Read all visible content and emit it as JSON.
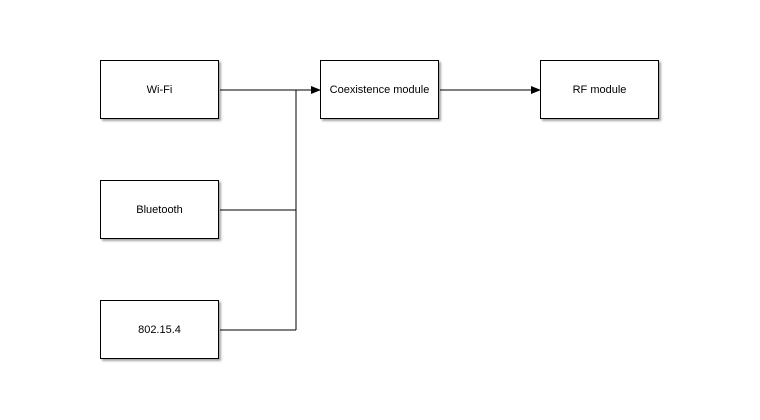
{
  "diagram": {
    "nodes": [
      {
        "id": "wifi",
        "label": "Wi-Fi"
      },
      {
        "id": "bluetooth",
        "label": "Bluetooth"
      },
      {
        "id": "ieee802154",
        "label": "802.15.4"
      },
      {
        "id": "coexistence",
        "label": "Coexistence module"
      },
      {
        "id": "rf",
        "label": "RF module"
      }
    ],
    "edges": [
      {
        "from": "wifi",
        "to": "coexistence"
      },
      {
        "from": "bluetooth",
        "to": "coexistence"
      },
      {
        "from": "ieee802154",
        "to": "coexistence"
      },
      {
        "from": "coexistence",
        "to": "rf"
      }
    ],
    "colors": {
      "stroke": "#000000",
      "fill": "#ffffff"
    }
  }
}
